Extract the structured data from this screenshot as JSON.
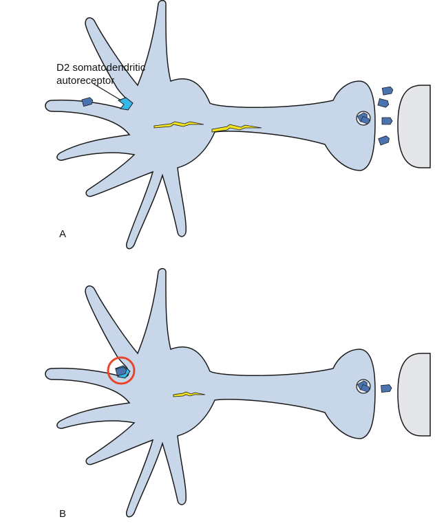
{
  "figure": {
    "callout": {
      "line1": "D2 somatodendritic",
      "line2": "autoreceptor"
    },
    "panels": [
      {
        "letter": "A"
      },
      {
        "letter": "B"
      }
    ]
  },
  "colors": {
    "neuron_fill": "#c8d6e9",
    "neuron_stroke": "#1a1a1a",
    "dopamine": "#4a74b0",
    "autoreceptor": "#36b8e8",
    "impulse": "#f0e020",
    "target_cell": "#e4e6e9",
    "highlight_ring": "#e8452c"
  }
}
